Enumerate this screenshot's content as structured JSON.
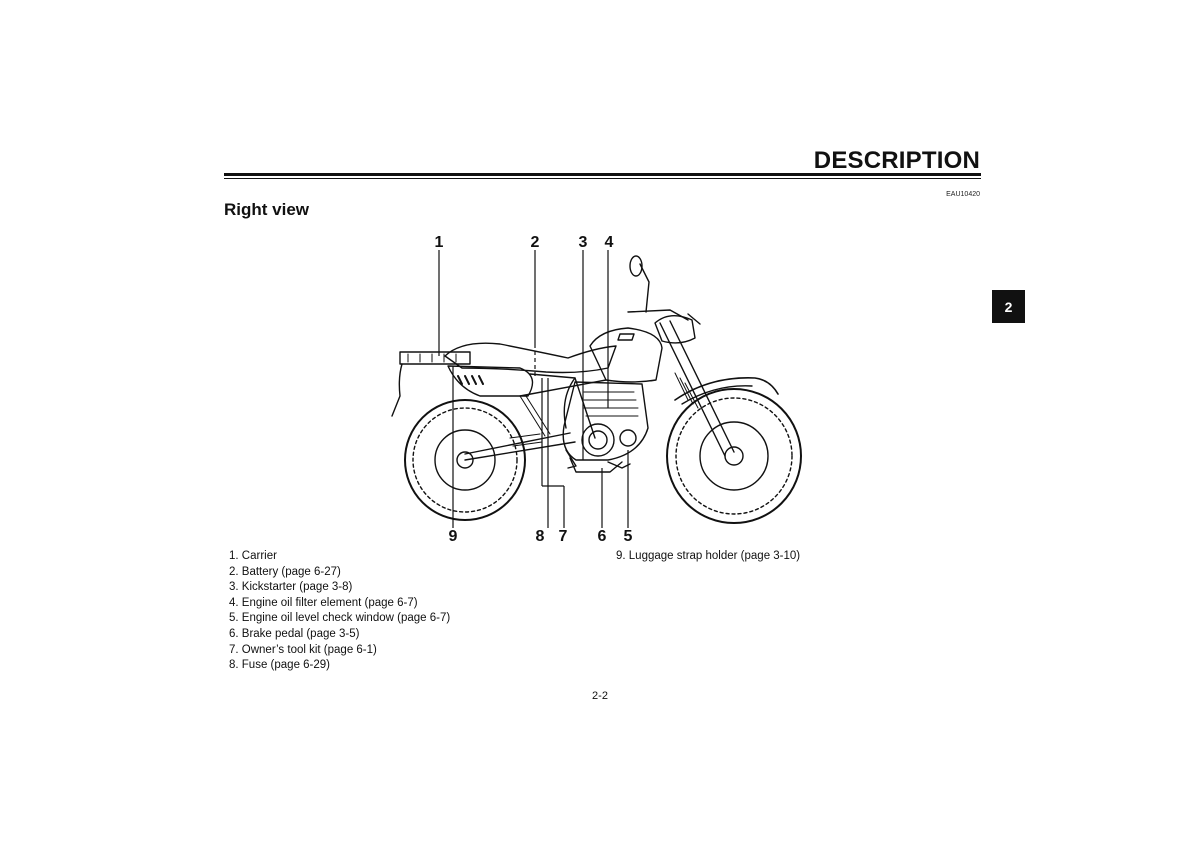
{
  "header": {
    "section_title": "DESCRIPTION",
    "doc_code": "EAU10420"
  },
  "subheading": "Right view",
  "chapter_tab": "2",
  "figure": {
    "callouts_top": [
      "1",
      "2",
      "3",
      "4"
    ],
    "callouts_bottom": [
      "9",
      "8",
      "7",
      "6",
      "5"
    ]
  },
  "parts_list": {
    "left_column": [
      "1. Carrier",
      "2. Battery (page 6-27)",
      "3. Kickstarter (page 3-8)",
      "4. Engine oil filter element (page 6-7)",
      "5. Engine oil level check window (page 6-7)",
      "6. Brake pedal (page 3-5)",
      "7. Owner’s tool kit (page 6-1)",
      "8. Fuse (page 6-29)"
    ],
    "right_column": [
      "9. Luggage strap holder (page 3-10)"
    ]
  },
  "footer": {
    "page_number": "2-2"
  }
}
